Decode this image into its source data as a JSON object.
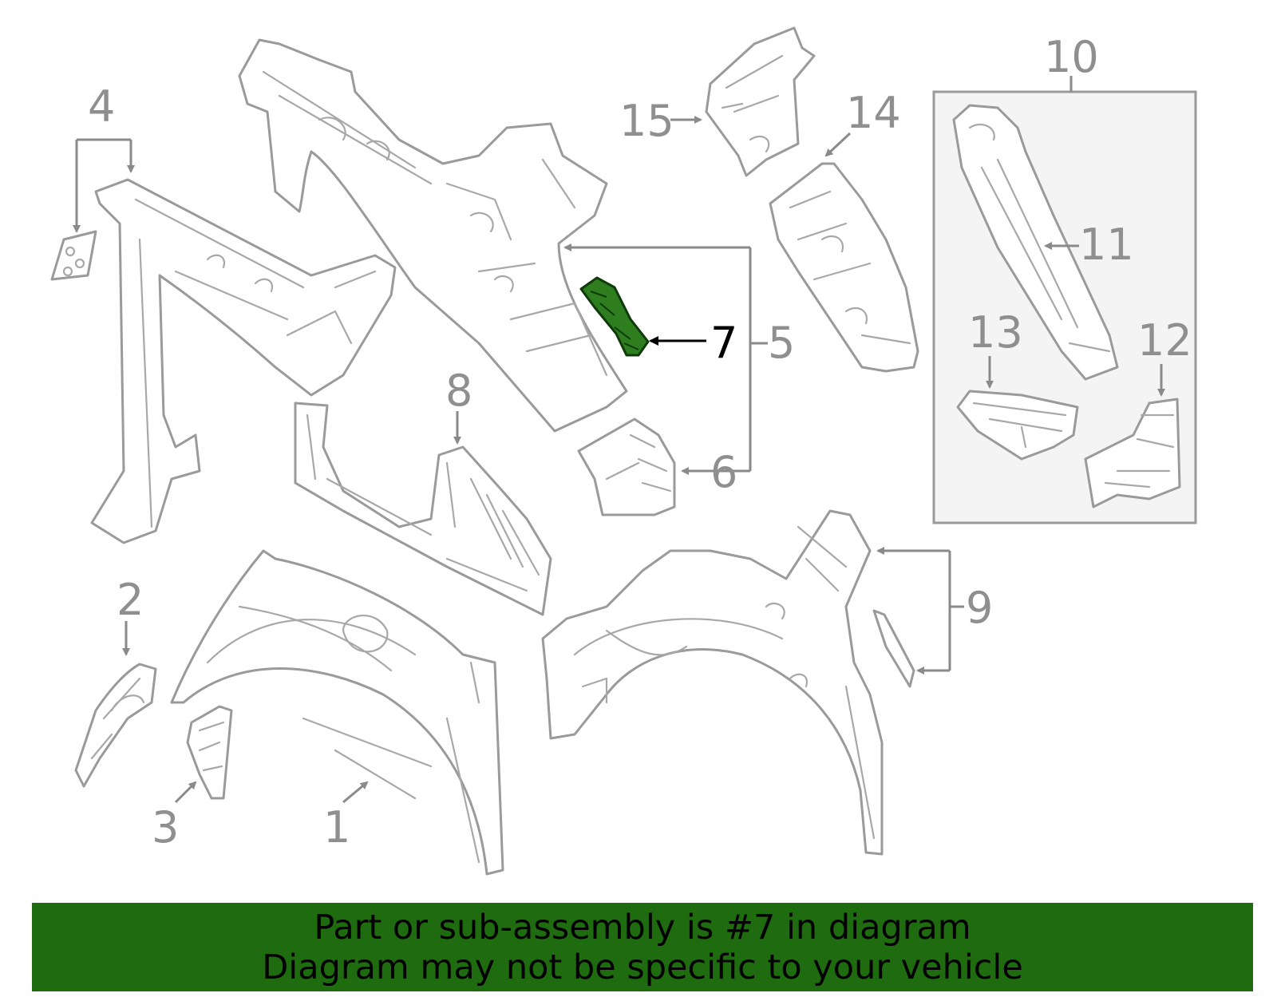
{
  "highlighted_part": "7",
  "callouts": {
    "c1": "1",
    "c2": "2",
    "c3": "3",
    "c4": "4",
    "c5": "5",
    "c6": "6",
    "c7": "7",
    "c8": "8",
    "c9": "9",
    "c10": "10",
    "c11": "11",
    "c12": "12",
    "c13": "13",
    "c14": "14",
    "c15": "15"
  },
  "banner": {
    "line1": "Part or sub-assembly is #7 in diagram",
    "line2": "Diagram may not be specific to your vehicle"
  },
  "colors": {
    "highlight": "#2e7d1e",
    "banner_background": "#1f6b0f",
    "line_art": "#9a9a9a"
  }
}
